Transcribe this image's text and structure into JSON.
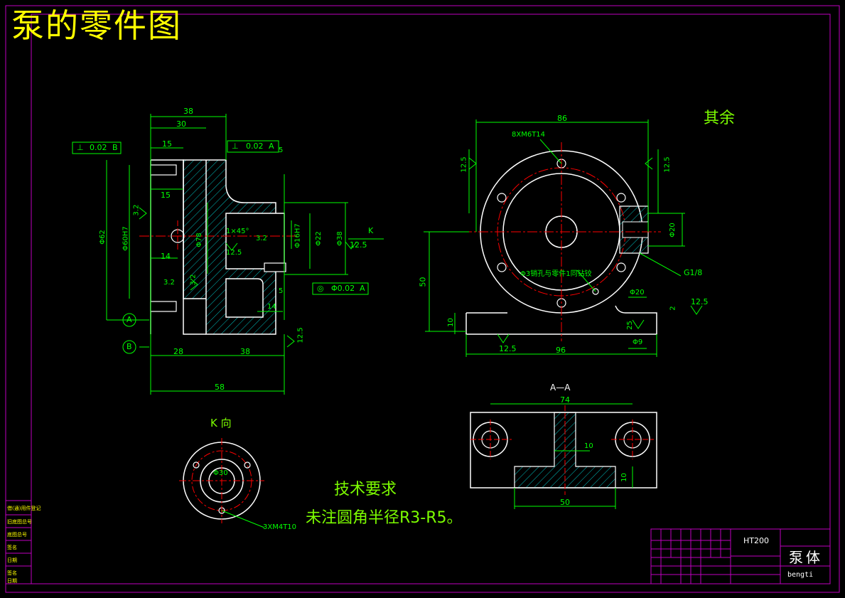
{
  "title": "泵的零件图",
  "roughness_note": "其余",
  "tech_requirements": {
    "heading": "技术要求",
    "text": "未注圆角半径R3-R5。"
  },
  "views": {
    "k_view_label": "K 向",
    "section_label": "A—A",
    "hole_note_top": "8XM6T14",
    "hole_note_bottom": "3XM4T10",
    "pin_note": "Φ3销孔与零件1同钻铰",
    "thread_note": "G1/8"
  },
  "dimensions": {
    "front": [
      "38",
      "30",
      "15",
      "15",
      "14",
      "28",
      "38",
      "58",
      "5",
      "5",
      "14",
      "Φ62",
      "Φ60H7",
      "Φ78",
      "Φ16H7",
      "Φ22",
      "Φ38",
      "1×45°",
      "12.5",
      "3.2",
      "3.2",
      "3.2",
      "3.2",
      "12.5",
      "12.5"
    ],
    "side": [
      "86",
      "96",
      "50",
      "10",
      "Φ20",
      "Φ20",
      "Φ9",
      "25",
      "2",
      "12.5",
      "12.5",
      "12.5",
      "12.5"
    ],
    "section": [
      "74",
      "10",
      "10",
      "50"
    ],
    "k_view": [
      "Φ30"
    ]
  },
  "tolerances": [
    {
      "symbol": "⊥",
      "value": "0.02",
      "datum": "B"
    },
    {
      "symbol": "⊥",
      "value": "0.02",
      "datum": "A"
    },
    {
      "symbol": "◎",
      "value": "Φ0.02",
      "datum": "A"
    }
  ],
  "datums": [
    "A",
    "B",
    "K"
  ],
  "title_block": {
    "material": "HT200",
    "part_name": "泵体",
    "pinyin": "bengti"
  },
  "side_stamp": [
    "借(通)用件登记",
    "旧底图总号",
    "底图总号",
    "签名",
    "日期",
    "签名",
    "日期"
  ],
  "colors": {
    "background": "#000000",
    "border": "#c000c0",
    "outline": "#ffffff",
    "dimension": "#00ff00",
    "centerline": "#ff0000",
    "hatch": "#00c0c0",
    "title": "#ffff00"
  }
}
